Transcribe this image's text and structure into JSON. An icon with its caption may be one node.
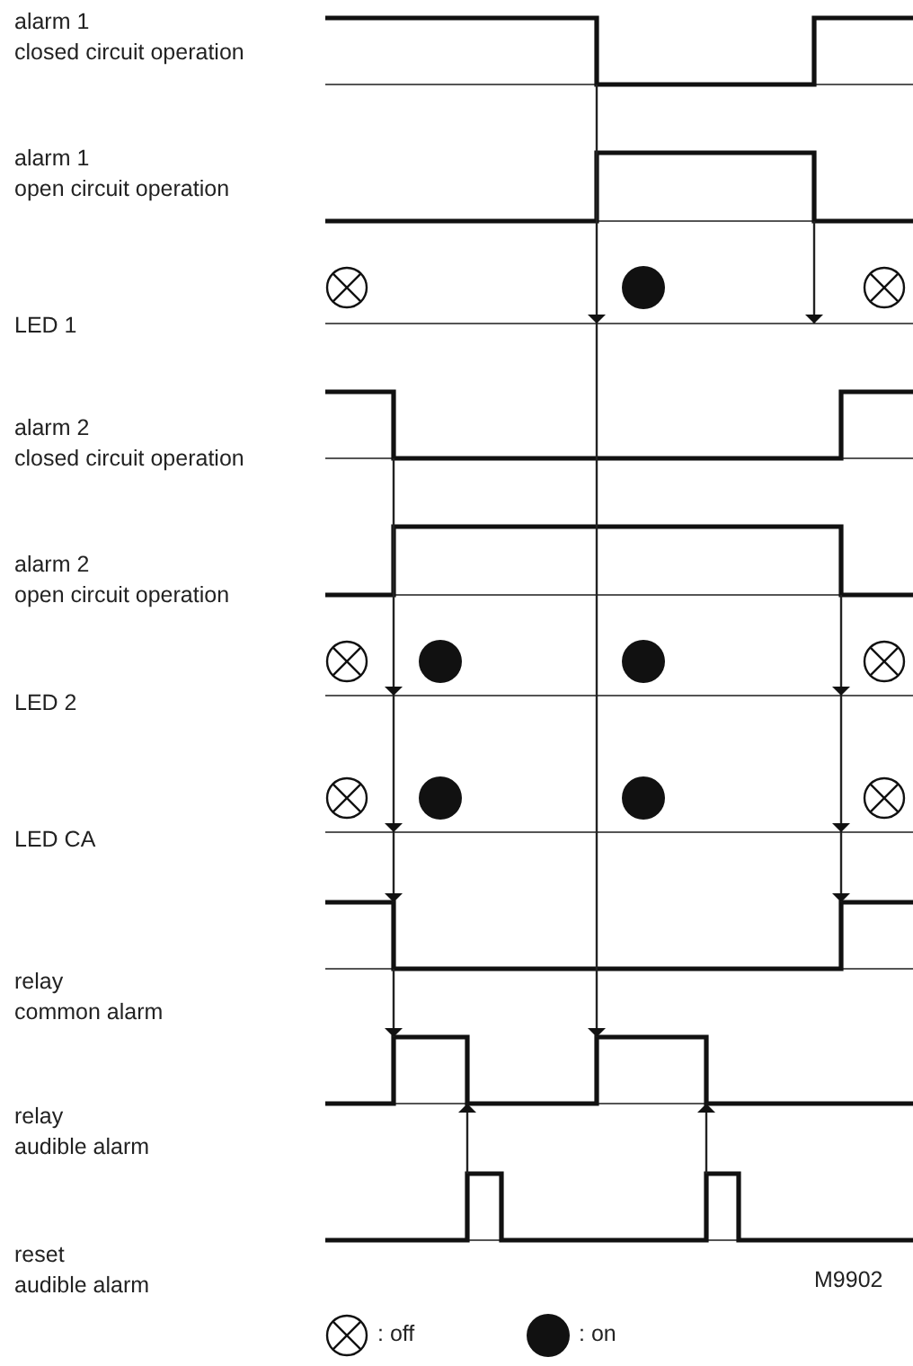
{
  "diagram": {
    "labels": [
      "alarm 1 closed circuit operation",
      "alarm 1 open circuit operation",
      "LED 1",
      "alarm 2 closed circuit operation",
      "alarm 2 open circuit operation",
      "LED 2",
      "LED CA",
      "relay common alarm",
      "relay audible alarm",
      "reset audible alarm",
      "M9902"
    ],
    "legend": [
      {
        "text": ": off"
      },
      {
        "text": ": on"
      }
    ]
  }
}
